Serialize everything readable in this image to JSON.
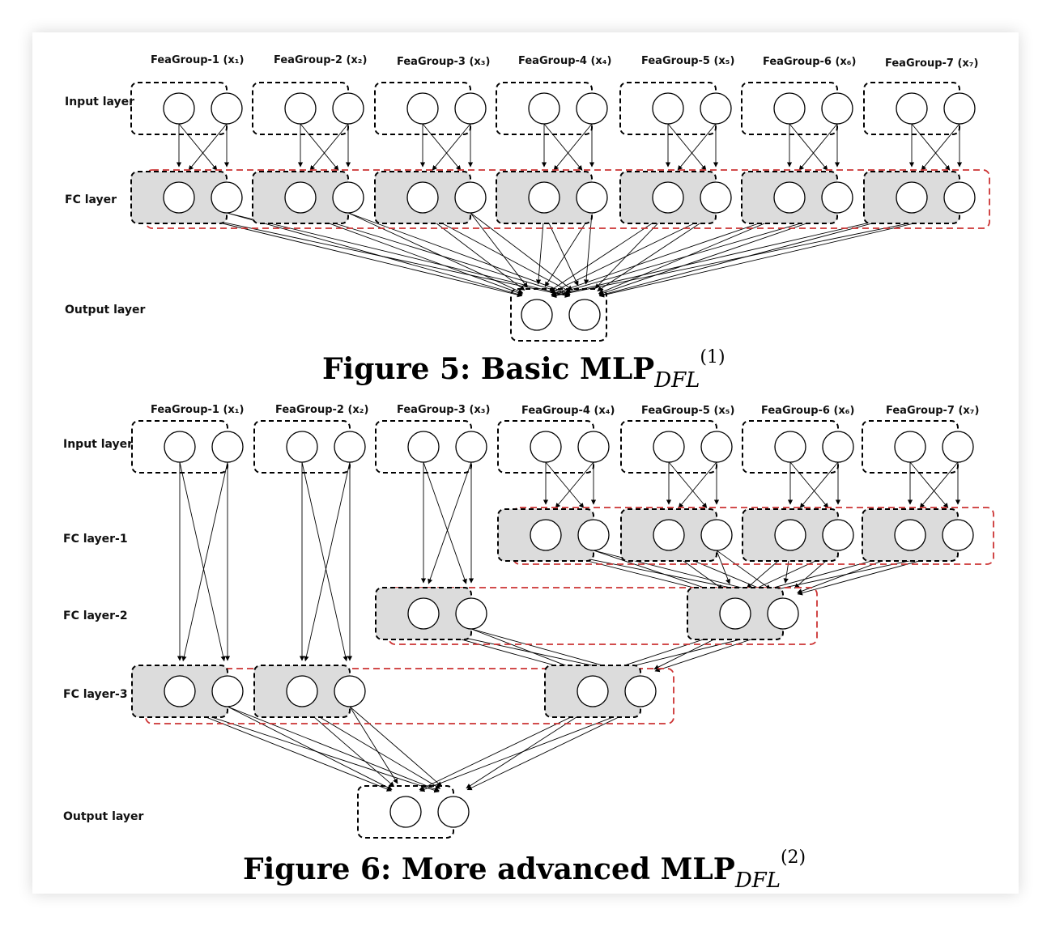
{
  "figure5": {
    "groups": [
      "FeaGroup-1 (x₁)",
      "FeaGroup-2 (x₂)",
      "FeaGroup-3 (x₃)",
      "FeaGroup-4 (x₄)",
      "FeaGroup-5 (x₅)",
      "FeaGroup-6 (x₆)",
      "FeaGroup-7 (x₇)"
    ],
    "layers": [
      "Input layer",
      "FC  layer",
      "Output layer"
    ],
    "caption": {
      "main": "Figure 5:  Basic MLP",
      "sub": "DFL",
      "sup": "(1)"
    }
  },
  "figure6": {
    "groups": [
      "FeaGroup-1 (x₁)",
      "FeaGroup-2 (x₂)",
      "FeaGroup-3 (x₃)",
      "FeaGroup-4 (x₄)",
      "FeaGroup-5 (x₅)",
      "FeaGroup-6 (x₆)",
      "FeaGroup-7 (x₇)"
    ],
    "layers": [
      "Input layer",
      "FC layer-1",
      "FC layer-2",
      "FC layer-3",
      "Output layer"
    ],
    "caption": {
      "main": "Figure 6:  More advanced MLP",
      "sub": "DFL",
      "sup": "(2)"
    }
  },
  "colors": {
    "shaded_box": "#dcdcdc",
    "red_dashed": "#cc3333"
  }
}
